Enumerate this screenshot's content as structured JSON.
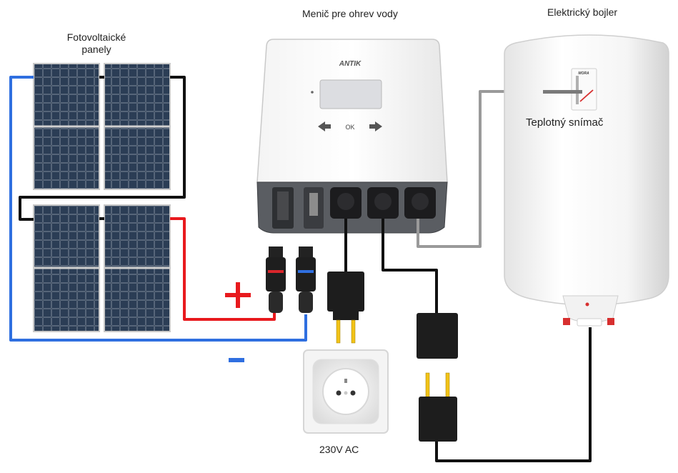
{
  "labels": {
    "panels_line1": "Fotovoltaické",
    "panels_line2": "panely",
    "inverter": "Menič pre ohrev vody",
    "boiler": "Elektrický bojler",
    "sensor": "Teplotný snímač",
    "socket": "230V AC",
    "plus": "+",
    "minus": "−"
  },
  "device": {
    "brand": "ANTIK",
    "ok": "OK",
    "boiler_brand": "MORA"
  },
  "colors": {
    "positive_wire": "#e8191d",
    "negative_wire": "#2f6fe0",
    "panel_wire": "#111111",
    "sensor_cable": "#9a9a9a",
    "plug_pins": "#f2c318"
  }
}
